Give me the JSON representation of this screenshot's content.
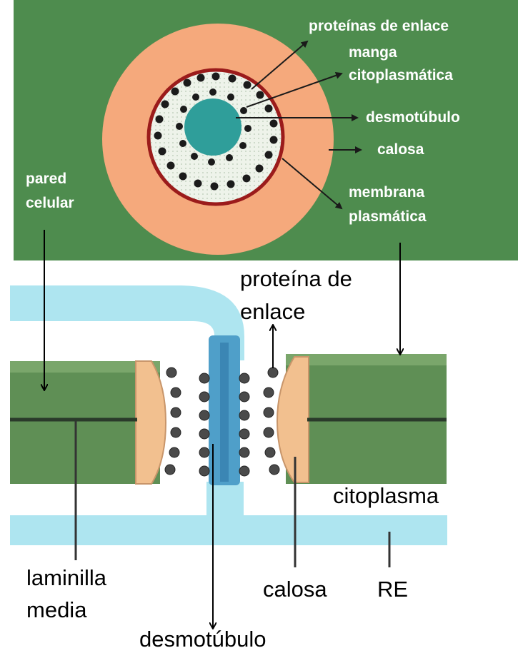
{
  "top_panel": {
    "labels": {
      "proteinas_enlace": "proteínas de enlace",
      "manga_1": "manga",
      "manga_2": "citoplasmática",
      "desmotubulo": "desmotúbulo",
      "calosa": "calosa",
      "membrana_1": "membrana",
      "membrana_2": "plasmática",
      "pared_1": "pared",
      "pared_2": "celular"
    }
  },
  "bottom_panel": {
    "labels": {
      "proteina_1": "proteína de",
      "proteina_2": "enlace",
      "citoplasma": "citoplasma",
      "laminilla_1": "laminilla",
      "laminilla_2": "media",
      "calosa": "calosa",
      "re": "RE",
      "desmotubulo": "desmotúbulo"
    }
  },
  "colors": {
    "green": "#4e8c4e",
    "wall_green": "#5f8f55",
    "calosa_orange": "#f2c08f",
    "ring_orange": "#f5a97c",
    "membrane_red": "#9b1b1b",
    "er_blue": "#aee5f0",
    "desmo_blue": "#4f9fc9",
    "teal": "#2f9e9a"
  }
}
